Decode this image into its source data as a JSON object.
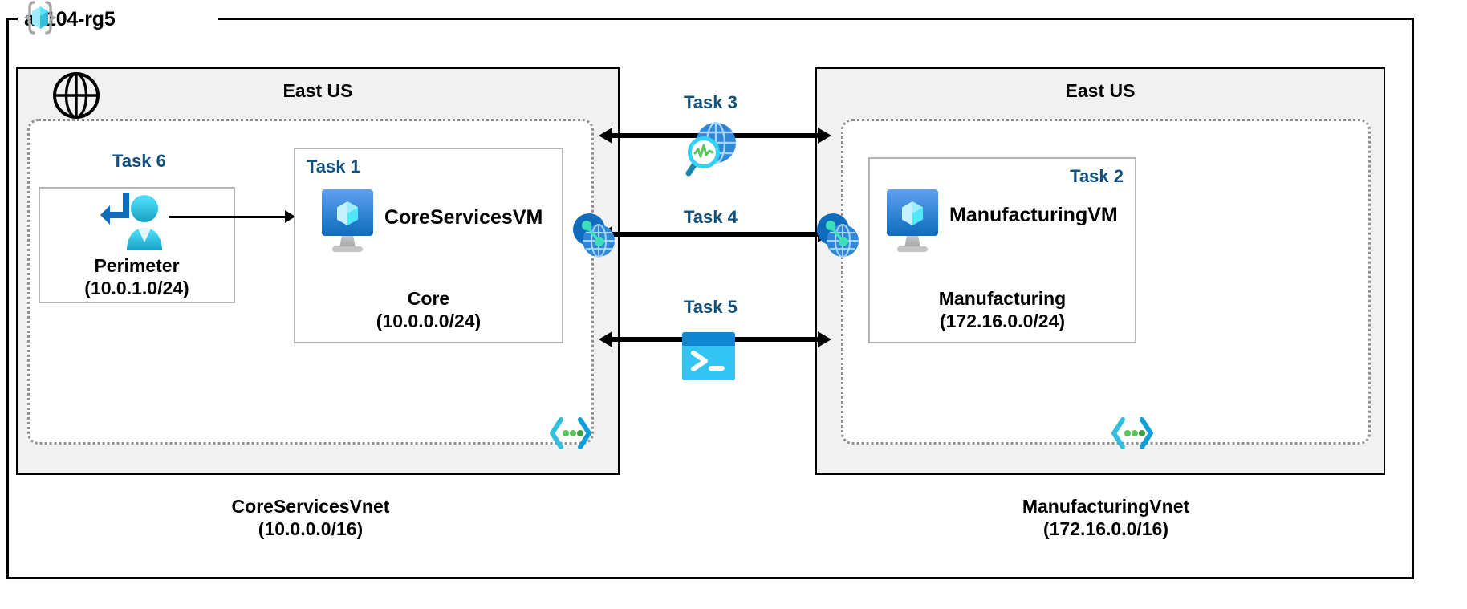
{
  "diagram": {
    "title": "az104-rg5",
    "resource_group_icon": "azure-resource-group-icon"
  },
  "regions": [
    {
      "name": "region-left",
      "label": "East US"
    },
    {
      "name": "region-right",
      "label": "East US"
    }
  ],
  "internet": {
    "icon": "globe-icon",
    "label": ""
  },
  "vnets": [
    {
      "id": "corservices",
      "name": "CoreServicesVnet",
      "cidr": "(10.0.0.0/16)",
      "corner_icon": "vnet-icon"
    },
    {
      "id": "manufacturing",
      "name": "ManufacturingVnet",
      "cidr": "(172.16.0.0/16)",
      "corner_icon": "vnet-icon"
    }
  ],
  "subnets": [
    {
      "id": "perimeter",
      "task": "Task 6",
      "name": "Perimeter",
      "cidr": "(10.0.1.0/24)",
      "icon": "bastion-user-icon"
    },
    {
      "id": "core",
      "task": "Task 1",
      "name": "Core",
      "cidr": "(10.0.0.0/24)",
      "vm": "CoreServicesVM",
      "icon": "virtual-machine-icon"
    },
    {
      "id": "manufacturing",
      "task": "Task 2",
      "name": "Manufacturing",
      "cidr": "(172.16.0.0/24)",
      "vm": "ManufacturingVM",
      "icon": "virtual-machine-icon"
    }
  ],
  "connectors": [
    {
      "id": "task3",
      "label": "Task 3",
      "icon": "network-watcher-icon"
    },
    {
      "id": "task4",
      "label": "Task 4",
      "icon": "vnet-peering-icon"
    },
    {
      "id": "task5",
      "label": "Task 5",
      "icon": "cloud-shell-icon"
    }
  ],
  "peering_endpoints": [
    {
      "id": "peer-left",
      "icon": "vnet-peering-icon"
    },
    {
      "id": "peer-right",
      "icon": "vnet-peering-icon"
    }
  ],
  "colors": {
    "task_text": "#12507d",
    "region_fill": "#f1f1f1",
    "region_border": "#000000",
    "vnet_border": "#8d8d8d",
    "subnet_border": "#b4b4b4",
    "azure_blue": "#0078d4",
    "azure_cyan": "#50e6ff",
    "accent_green": "#5ac35a"
  }
}
